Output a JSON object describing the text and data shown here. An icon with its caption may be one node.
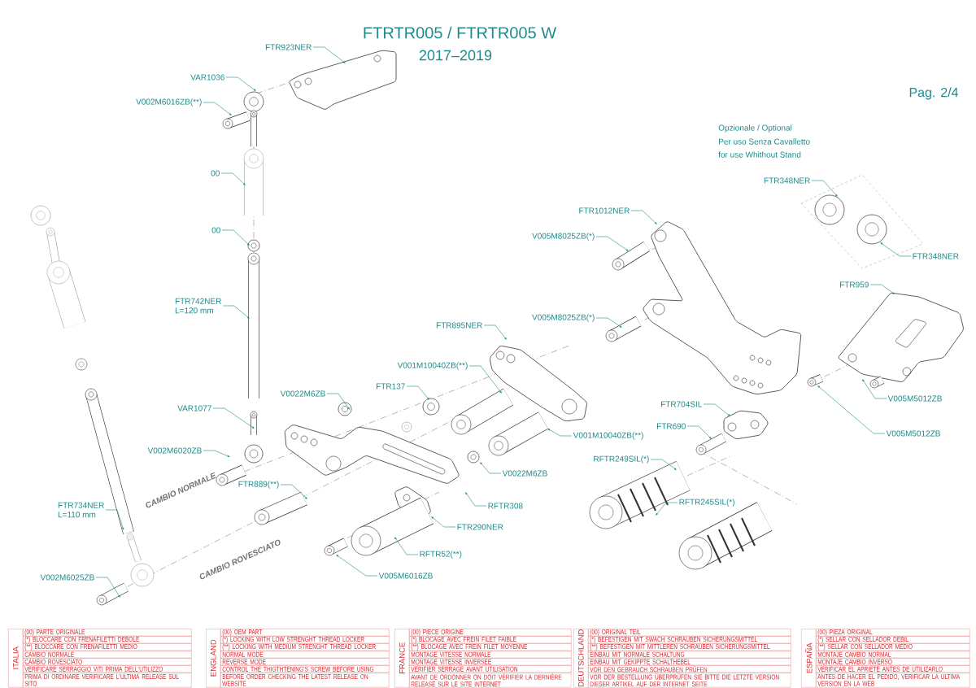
{
  "diagram": {
    "title": "FTRTR005 / FTRTR005 W",
    "nodes": [
      {
        "text": [
          "FTR923NER"
        ]
      },
      {
        "text": [
          "VAR1036"
        ]
      },
      {
        "text": [
          "V002M6016ZB(**)"
        ]
      },
      {
        "text": [
          "00"
        ]
      },
      {
        "text": [
          "00"
        ]
      },
      {
        "text": [
          "FTR742NER",
          "L=120 mm"
        ]
      },
      {
        "text": [
          "FTR734NER",
          "L=110 mm"
        ]
      },
      {
        "text": [
          "VAR1077"
        ]
      },
      {
        "text": [
          "V002M6020ZB"
        ]
      },
      {
        "text": [
          "FTR889(**)"
        ]
      },
      {
        "text": [
          "V0022M6ZB"
        ]
      },
      {
        "text": [
          "FTR137"
        ]
      },
      {
        "text": [
          "V001M10040ZB(**)"
        ]
      },
      {
        "text": [
          "FTR895NER"
        ]
      },
      {
        "text": [
          "V0022M6ZB"
        ]
      },
      {
        "text": [
          "RFTR308"
        ]
      },
      {
        "text": [
          "FTR290NER"
        ]
      },
      {
        "text": [
          "RFTR52(**)"
        ]
      },
      {
        "text": [
          "V005M6016ZB"
        ]
      },
      {
        "text": [
          "V001M10040ZB(**)"
        ]
      },
      {
        "text": [
          "FTR1012NER"
        ]
      },
      {
        "text": [
          "V005M8025ZB(*)"
        ]
      },
      {
        "text": [
          "V005M8025ZB(*)"
        ]
      },
      {
        "text": [
          "FTR348NER"
        ]
      },
      {
        "text": [
          "FTR348NER"
        ]
      },
      {
        "text": [
          "FTR959"
        ]
      },
      {
        "text": [
          "V005M5012ZB"
        ]
      },
      {
        "text": [
          "V005M5012ZB"
        ]
      },
      {
        "text": [
          "FTR704SIL"
        ]
      },
      {
        "text": [
          "FTR690"
        ]
      },
      {
        "text": [
          "RFTR249SIL(*)"
        ]
      },
      {
        "text": [
          "RFTR245SIL(*)"
        ]
      },
      {
        "text": [
          "V002M6025ZB"
        ]
      }
    ],
    "edges": [
      {
        "from": 0,
        "to": null,
        "arrow": "to"
      },
      {
        "from": 1,
        "to": null,
        "arrow": "to"
      },
      {
        "from": 2,
        "to": null,
        "arrow": "to"
      },
      {
        "from": 3,
        "to": null,
        "arrow": "to"
      },
      {
        "from": 4,
        "to": null,
        "arrow": "to"
      },
      {
        "from": 5,
        "to": null,
        "arrow": "to"
      },
      {
        "from": 6,
        "to": null,
        "arrow": "to"
      },
      {
        "from": 7,
        "to": null,
        "arrow": "to"
      },
      {
        "from": 8,
        "to": null,
        "arrow": "to"
      },
      {
        "from": 9,
        "to": null,
        "arrow": "to"
      },
      {
        "from": 10,
        "to": null,
        "arrow": "to"
      },
      {
        "from": 11,
        "to": null,
        "arrow": "to"
      },
      {
        "from": 12,
        "to": null,
        "arrow": "to"
      },
      {
        "from": 13,
        "to": null,
        "arrow": "to"
      },
      {
        "from": 14,
        "to": null,
        "arrow": "to"
      },
      {
        "from": 15,
        "to": null,
        "arrow": "to"
      },
      {
        "from": 16,
        "to": null,
        "arrow": "to"
      },
      {
        "from": 17,
        "to": null,
        "arrow": "to"
      },
      {
        "from": 18,
        "to": null,
        "arrow": "to"
      },
      {
        "from": 19,
        "to": null,
        "arrow": "to"
      },
      {
        "from": 20,
        "to": null,
        "arrow": "to"
      },
      {
        "from": 21,
        "to": null,
        "arrow": "to"
      },
      {
        "from": 22,
        "to": null,
        "arrow": "to"
      },
      {
        "from": 23,
        "to": null,
        "arrow": "to"
      },
      {
        "from": 24,
        "to": null,
        "arrow": "to"
      },
      {
        "from": 25,
        "to": null,
        "arrow": "to"
      },
      {
        "from": 26,
        "to": null,
        "arrow": "to"
      },
      {
        "from": 27,
        "to": null,
        "arrow": "to"
      },
      {
        "from": 28,
        "to": null,
        "arrow": "to"
      },
      {
        "from": 29,
        "to": null,
        "arrow": "to"
      },
      {
        "from": 30,
        "to": null,
        "arrow": "to"
      },
      {
        "from": 31,
        "to": null,
        "arrow": "to"
      },
      {
        "from": 32,
        "to": null,
        "arrow": "to"
      }
    ],
    "labels": [
      "2017–2019",
      "Pag. 2/4",
      "Opzionale / Optional",
      "Per uso Senza Cavalletto",
      "for use Whithout Stand",
      "CAMBIO NORMALE",
      "CAMBIO ROVESCIATO",
      "ITALIA",
      "(00) PARTE ORIGINALE",
      "(*) BLOCCARE CON FRENAFILETTI DEBOLE",
      "(**) BLOCCARE CON FRENAFILETTI MEDIO",
      "CAMBIO NORMALE",
      "CAMBIO ROVESCIATO",
      "VERIFICARE SERRAGGIO VITI PRIMA DELL'UTILIZZO",
      "PRIMA DI ORDINARE VERIFICARE L'ULTIMA RELEASE SUL SITO",
      "ENGLAND",
      "(00) OEM PART",
      "(*) LOCKING WITH LOW STRENGHT THREAD LOCKER",
      "(**) LOCKING WITH MEDIUM STRENGHT THREAD LOCKER",
      "NORMAL MODE",
      "REVERSE MODE",
      "CONTROL THE THIGTHTENING'S SCREW BEFORE USING",
      "BEFORE ORDER CHECKING THE LATEST RELEASE ON WEBSITE",
      "FRANCE",
      "(00) PIECE ORIGINE",
      "(*) BLOCAGE AVEC FREIN FILET FAIBLE",
      "(**) BLOCAGE AVEC FREIN FILET MOYENNE",
      "MONTAGE VITESSE NORMALE",
      "MONTAGE VITESSE INVERSEE",
      "VERIFIER SERRAGE AVANT UTILISATION",
      "AVANT DE ORDONNER ON DOIT VÉRIFIER LA DERNIÈRE RELEASE SUR LE SITE INTERNET",
      "DEUTSCHLAND",
      "(00) ORIGINAL TEIL",
      "(*) BEFESTIGEN MIT SWACH SCHRAUBEN SICHERUNGSMITTEL",
      "(**) BEFESTIGEN MIT MITTLEREN SCHRAUBEN SICHERUNGSMITTEL",
      "EINBAU MIT NORMALE SCHALTUNG",
      "EINBAU MIT GEKIPPTE SCHALTHEBEL",
      "VOR DEN GEBRAUCH SCHRAUBEN PRÜFEN",
      "VOR DER BESTELLUNG ÜBERPRÜFEN SIE BITTE DIE LETZTE VERSION DIESER ARTIKEL AUF DER INTERNET SEITE",
      "ESPAÑA",
      "(00) PIEZA ORIGINAL",
      "(*) SELLAR CON SELLADOR DEBIL",
      "(**) SELLAR CON SELLADOR MEDIO",
      "MONTAJE CAMBIO NORMAL",
      "MONTAJE CAMBIO INVERSO",
      "VERIFICAR EL APRIETE ANTES DE UTILIZARLO",
      "ANTES DE HACER EL PEDIDO, VERIFICAR LA ULTIMA VERSION EN LA WEB"
    ]
  }
}
